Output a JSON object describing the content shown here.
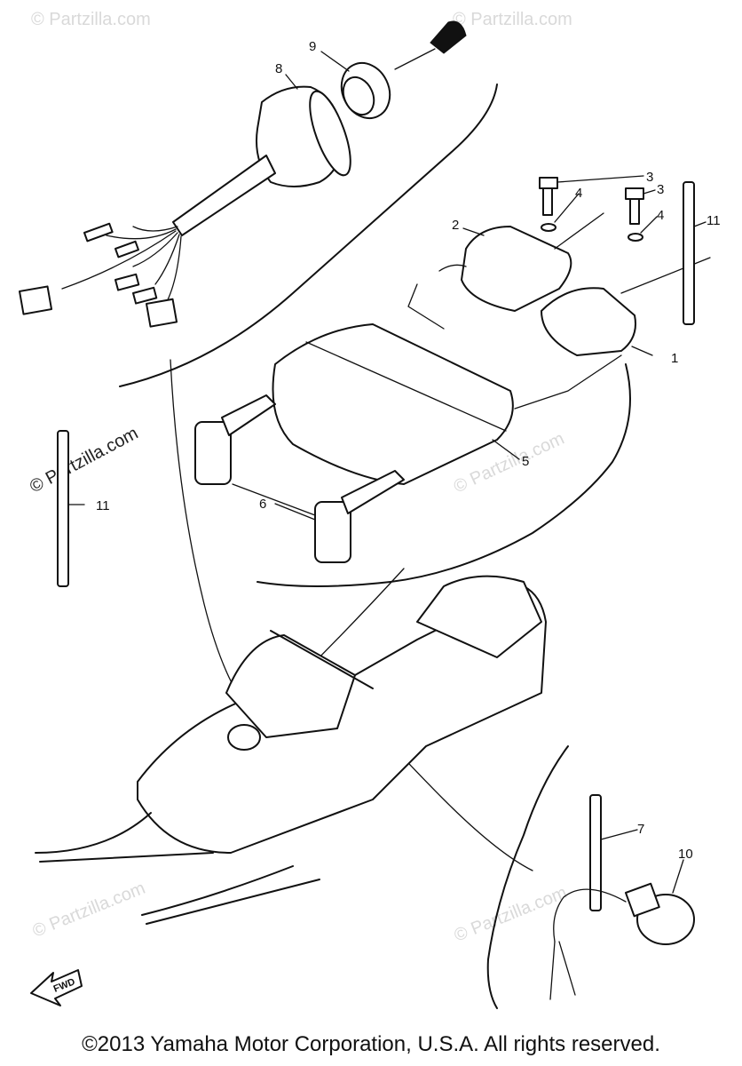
{
  "watermark": "© Partzilla.com",
  "callouts": {
    "c1": "1",
    "c2": "2",
    "c3a": "3",
    "c3b": "3",
    "c4a": "4",
    "c4b": "4",
    "c5": "5",
    "c6": "6",
    "c7": "7",
    "c8": "8",
    "c9": "9",
    "c10": "10",
    "c11a": "11",
    "c11b": "11"
  },
  "fwd_label": "FWD",
  "copyright": "©2013 Yamaha Motor Corporation, U.S.A. All rights reserved."
}
